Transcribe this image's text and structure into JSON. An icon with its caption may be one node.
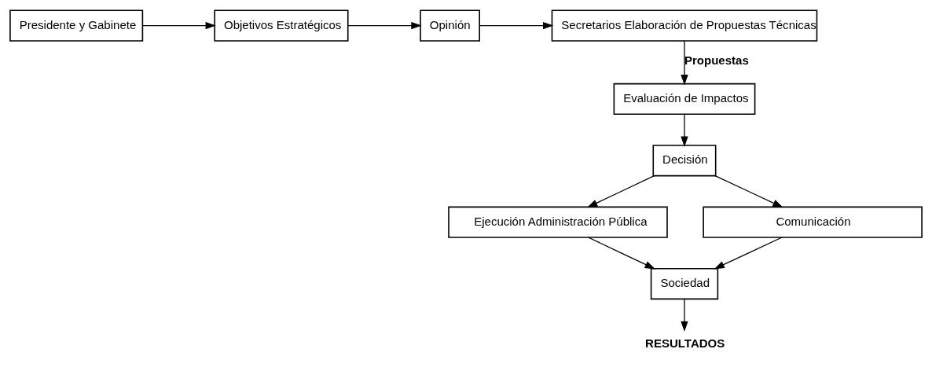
{
  "diagram": {
    "nodes": [
      {
        "text": [
          "Presidente y Gabinete"
        ]
      },
      {
        "text": [
          "Objetivos Estratégicos"
        ]
      },
      {
        "text": [
          "Opinión"
        ]
      },
      {
        "text": [
          "Secretarios Elaboración de Propuestas Técnicas"
        ]
      },
      {
        "text": [
          "Evaluación de Impactos"
        ]
      },
      {
        "text": [
          "Decisión"
        ]
      },
      {
        "text": [
          "Ejecución Administración Pública"
        ]
      },
      {
        "text": [
          "Comunicación"
        ]
      },
      {
        "text": [
          "Sociedad"
        ]
      },
      {
        "text": [
          "RESULTADOS"
        ]
      }
    ],
    "edges": [
      {
        "from": 0,
        "to": 1,
        "arrow": "to"
      },
      {
        "from": 1,
        "to": 2,
        "arrow": "to"
      },
      {
        "from": 2,
        "to": 3,
        "arrow": "to"
      },
      {
        "from": 3,
        "to": 4,
        "arrow": "to",
        "label": "Propuestas"
      },
      {
        "from": 4,
        "to": 5,
        "arrow": "to"
      },
      {
        "from": 5,
        "to": 6,
        "arrow": "to"
      },
      {
        "from": 5,
        "to": 7,
        "arrow": "to"
      },
      {
        "from": 6,
        "to": 8,
        "arrow": "to"
      },
      {
        "from": 7,
        "to": 8,
        "arrow": "to"
      },
      {
        "from": 8,
        "to": 9,
        "arrow": "to"
      }
    ]
  }
}
